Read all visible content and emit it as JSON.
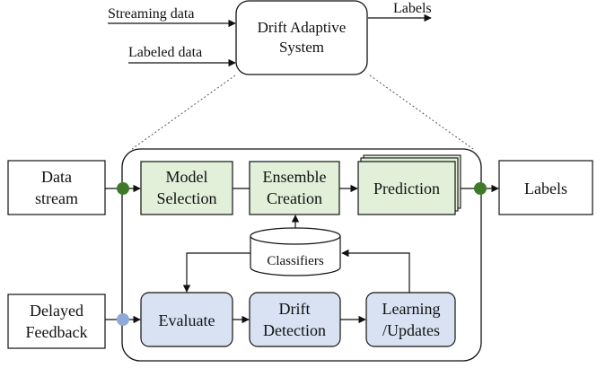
{
  "top": {
    "system_box": [
      "Drift Adaptive",
      "System"
    ],
    "input_streaming": "Streaming data",
    "input_labeled": "Labeled data",
    "output_labels": "Labels"
  },
  "left": {
    "data_stream": [
      "Data",
      "stream"
    ],
    "delayed_feedback": [
      "Delayed",
      "Feedback"
    ]
  },
  "right": {
    "labels": "Labels"
  },
  "modules": {
    "model_selection": [
      "Model",
      "Selection"
    ],
    "ensemble_creation": [
      "Ensemble",
      "Creation"
    ],
    "prediction": "Prediction",
    "classifiers": "Classifiers",
    "evaluate": "Evaluate",
    "drift_detection": [
      "Drift",
      "Detection"
    ],
    "learning_updates": [
      "Learning",
      "/Updates"
    ]
  },
  "colors": {
    "green_fill": "#e2efd9",
    "blue_fill": "#d8e2f3",
    "green_dot": "#3f7a2b",
    "blue_dot": "#8fa9db",
    "stroke": "#111111"
  }
}
